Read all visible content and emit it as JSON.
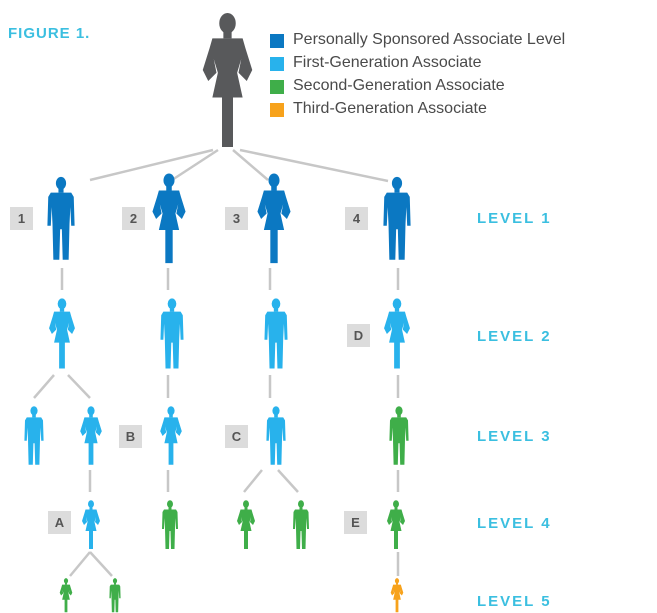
{
  "figure_label": "FIGURE 1.",
  "legend": [
    {
      "label": "Personally Sponsored Associate Level",
      "color": "#0b78c2"
    },
    {
      "label": "First-Generation Associate",
      "color": "#28b2ec"
    },
    {
      "label": "Second-Generation Associate",
      "color": "#3fae49"
    },
    {
      "label": "Third-Generation Associate",
      "color": "#f7a21b"
    }
  ],
  "top_person_color": "#58595b",
  "connector_color": "#c7c7c7",
  "badges": {
    "b1": "1",
    "b2": "2",
    "b3": "3",
    "b4": "4",
    "bA": "A",
    "bB": "B",
    "bC": "C",
    "bD": "D",
    "bE": "E"
  },
  "levels": {
    "l1": "LEVEL 1",
    "l2": "LEVEL 2",
    "l3": "LEVEL 3",
    "l4": "LEVEL 4",
    "l5": "LEVEL 5"
  }
}
